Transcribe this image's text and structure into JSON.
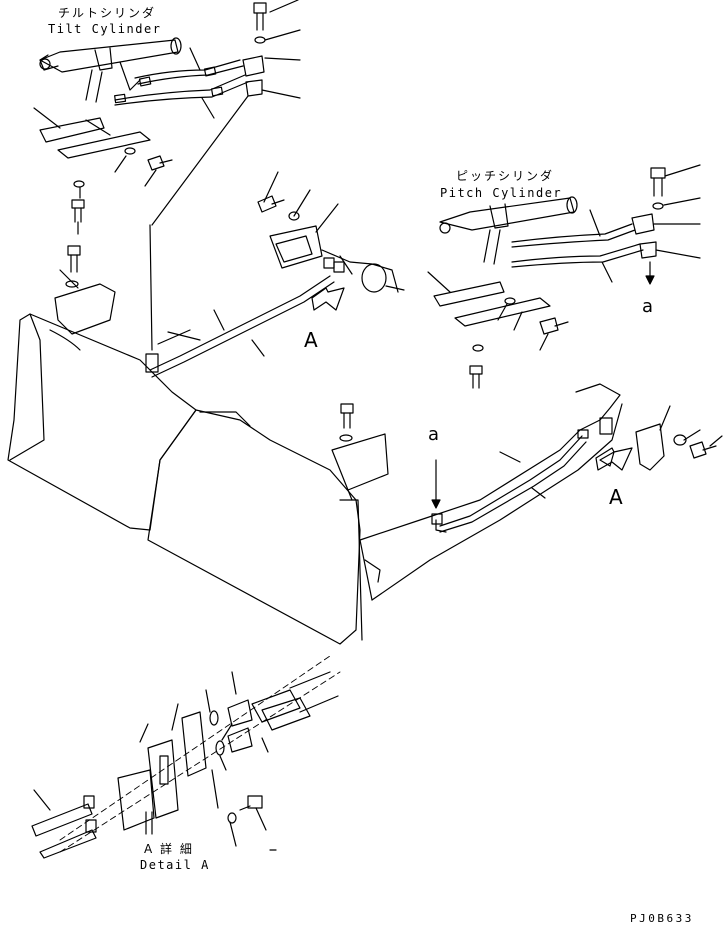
{
  "labels": {
    "tilt_cylinder_jp": "チルトシリンダ",
    "tilt_cylinder_en": "Tilt Cylinder",
    "pitch_cylinder_jp": "ピッチシリンダ",
    "pitch_cylinder_en": "Pitch Cylinder",
    "view_arrow_left": "A",
    "view_arrow_right": "A",
    "ref_a_right": "a",
    "ref_a_center": "a",
    "detail_jp": "A 詳 細",
    "detail_en": "Detail A",
    "drawing_code": "PJ0B633"
  }
}
